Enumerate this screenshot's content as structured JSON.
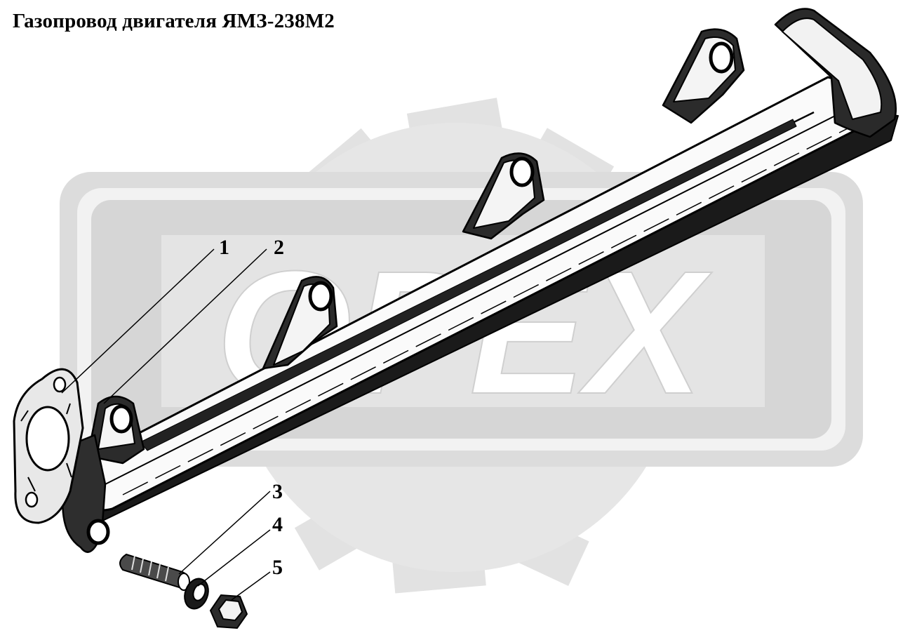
{
  "title": "Газопровод двигателя ЯМЗ-238М2",
  "watermark": {
    "text": "OPEX",
    "icon": "gear-logo-watermark",
    "color": "#d9d9d9"
  },
  "parts": [
    {
      "number": "1",
      "name": "gasket"
    },
    {
      "number": "2",
      "name": "exhaust-manifold"
    },
    {
      "number": "3",
      "name": "stud"
    },
    {
      "number": "4",
      "name": "washer"
    },
    {
      "number": "5",
      "name": "nut"
    }
  ]
}
